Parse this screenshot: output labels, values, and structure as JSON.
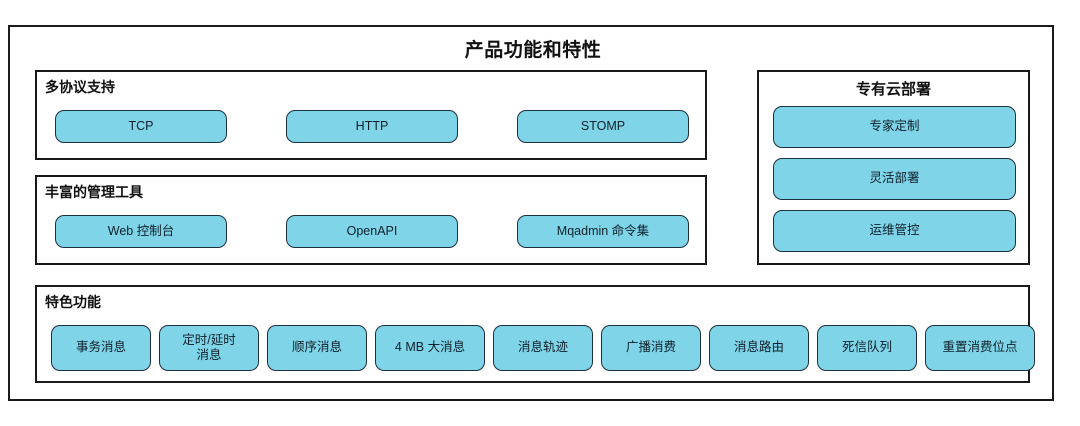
{
  "diagram": {
    "title": "产品功能和特性",
    "accent_color": "#7fd4e7",
    "border_color": "#1d3040",
    "frame_color": "#1a1a1a",
    "background_color": "#ffffff"
  },
  "sections": {
    "protocols": {
      "heading": "多协议支持",
      "items": [
        {
          "label": "TCP"
        },
        {
          "label": "HTTP"
        },
        {
          "label": "STOMP"
        }
      ]
    },
    "tools": {
      "heading": "丰富的管理工具",
      "items": [
        {
          "label": "Web 控制台"
        },
        {
          "label": "OpenAPI"
        },
        {
          "label": "Mqadmin 命令集"
        }
      ]
    },
    "cloud": {
      "heading": "专有云部署",
      "items": [
        {
          "label": "专家定制"
        },
        {
          "label": "灵活部署"
        },
        {
          "label": "运维管控"
        }
      ]
    },
    "features": {
      "heading": "特色功能",
      "items": [
        {
          "label": "事务消息"
        },
        {
          "label": "定时/延时\n消息"
        },
        {
          "label": "顺序消息"
        },
        {
          "label": "4 MB 大消息"
        },
        {
          "label": "消息轨迹"
        },
        {
          "label": "广播消费"
        },
        {
          "label": "消息路由"
        },
        {
          "label": "死信队列"
        },
        {
          "label": "重置消费位点"
        }
      ]
    }
  }
}
